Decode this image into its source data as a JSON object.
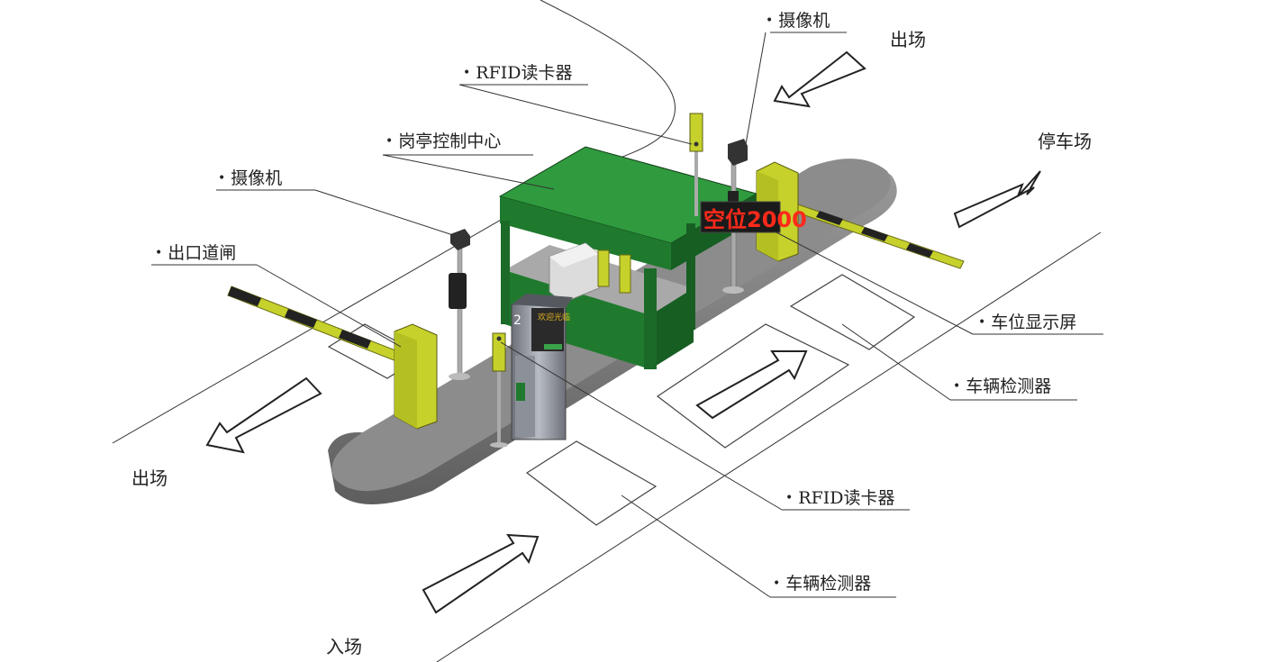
{
  "callouts": {
    "camera_top": "摄像机",
    "rfid_top": "RFID读卡器",
    "booth": "岗亭控制中心",
    "camera_left": "摄像机",
    "exit_gate": "出口道闸",
    "space_display": "车位显示屏",
    "detector_right": "车辆检测器",
    "rfid_bottom": "RFID读卡器",
    "detector_bottom": "车辆检测器"
  },
  "flow_labels": {
    "exit_top": "出场",
    "parking": "停车场",
    "exit_left": "出场",
    "entry": "入场"
  },
  "sign": {
    "text": "空位2000"
  },
  "kiosk": {
    "screen_text": "欢迎光临",
    "number": "2"
  },
  "colors": {
    "booth_green": "#1f7a2e",
    "gate_yellow": "#b9c92a",
    "island_gray": "#8a8a8a",
    "sign_red": "#ff2a1a"
  }
}
